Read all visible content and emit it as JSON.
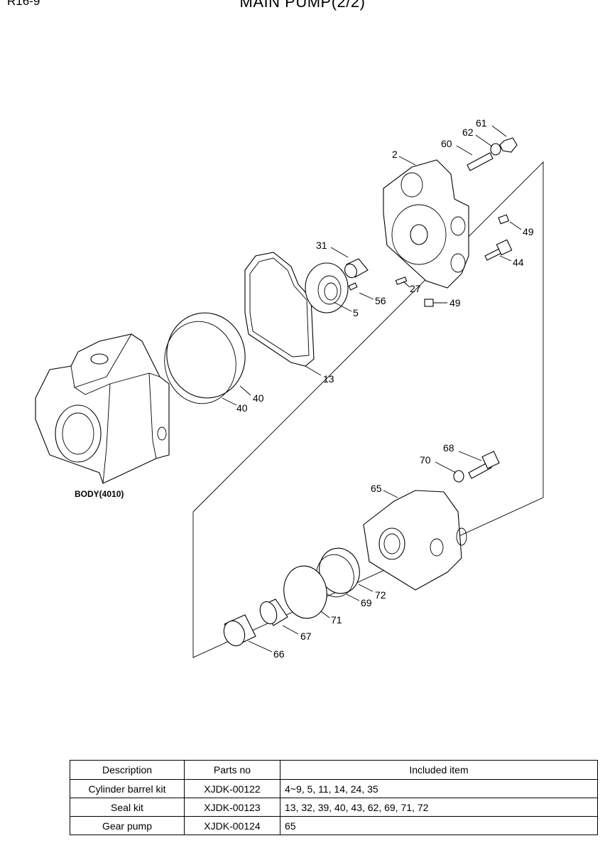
{
  "header": {
    "page_id": "R16-9",
    "title": "MAIN PUMP(2/2)"
  },
  "diagram": {
    "body_label": "BODY(4010)",
    "callouts": {
      "p61": "61",
      "p62": "62",
      "p60": "60",
      "p2": "2",
      "p49a": "49",
      "p44": "44",
      "p31": "31",
      "p56": "56",
      "p27": "27",
      "p49b": "49",
      "p5": "5",
      "p13": "13",
      "p40a": "40",
      "p40b": "40",
      "p68": "68",
      "p70": "70",
      "p65": "65",
      "p72": "72",
      "p69": "69",
      "p71": "71",
      "p67": "67",
      "p66": "66"
    }
  },
  "parts_table": {
    "headers": [
      "Description",
      "Parts no",
      "Included item"
    ],
    "rows": [
      [
        "Cylinder barrel kit",
        "XJDK-00122",
        "4~9, 5, 11, 14, 24, 35"
      ],
      [
        "Seal kit",
        "XJDK-00123",
        "13, 32, 39, 40, 43, 62, 69, 71, 72"
      ],
      [
        "Gear pump",
        "XJDK-00124",
        "65"
      ]
    ]
  }
}
